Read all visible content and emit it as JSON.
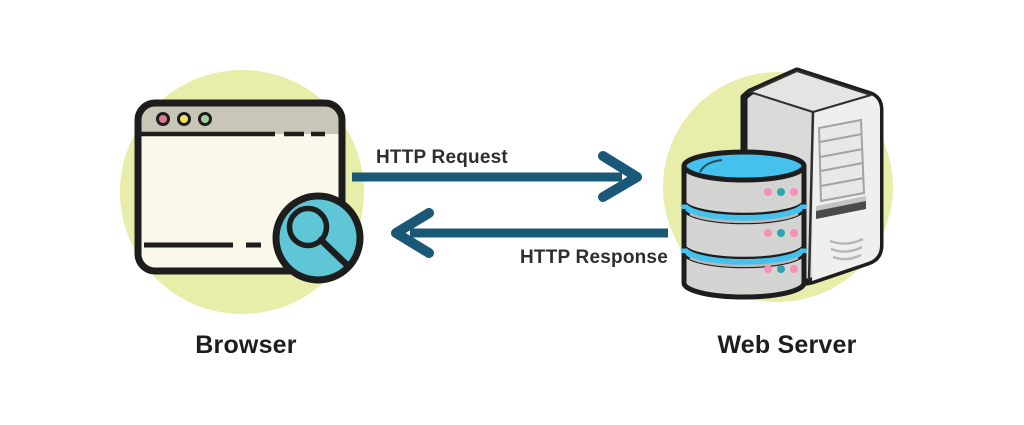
{
  "colors": {
    "background": "#ffffff",
    "halo": "#e9edaa",
    "outline": "#1d1d1d",
    "arrow": "#1a5878",
    "flow-text": "#2e2e2e",
    "node-text": "#1d1d1d",
    "browser-titlebar": "#c9c6b7",
    "browser-body": "#fbf8eb",
    "dot-red": "#e0798f",
    "dot-yellow": "#f1e15b",
    "dot-green": "#9ed19d",
    "magnifier-teal": "#5fc6d6",
    "db-cyan": "#45c1ee",
    "db-gray": "#d4d4d2",
    "led-pink": "#f590b7",
    "led-teal": "#2aa7ad",
    "tower-side": "#dadad8",
    "tower-top": "#e4e4e2",
    "tower-front": "#efefed"
  },
  "diagram": {
    "nodes": {
      "browser": {
        "label": "Browser",
        "icon": "browser-window-with-search-magnifier"
      },
      "server": {
        "label": "Web Server",
        "icon": "database-cylinder-and-server-tower"
      }
    },
    "flows": {
      "request": {
        "label": "HTTP Request",
        "from": "Browser",
        "to": "Web Server",
        "direction": "left-to-right"
      },
      "response": {
        "label": "HTTP Response",
        "from": "Web Server",
        "to": "Browser",
        "direction": "right-to-left"
      }
    }
  }
}
